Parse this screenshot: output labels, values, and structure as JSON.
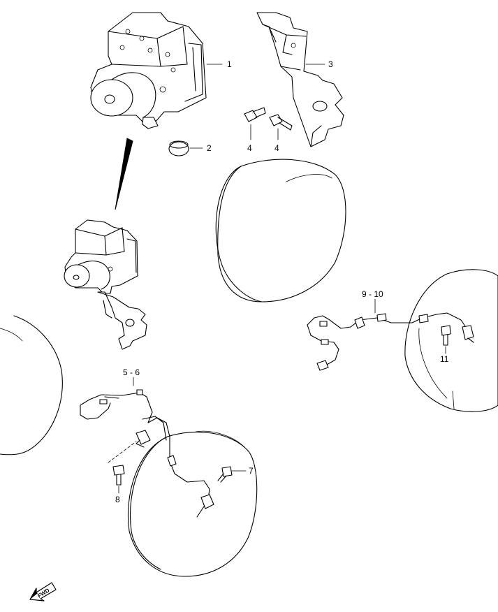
{
  "callouts": {
    "c1": "1",
    "c2": "2",
    "c3": "3",
    "c4a": "4",
    "c4b": "4",
    "c56": "5 - 6",
    "c7": "7",
    "c8": "8",
    "c910": "9 - 10",
    "c11": "11"
  },
  "fwd_label": "FWD"
}
